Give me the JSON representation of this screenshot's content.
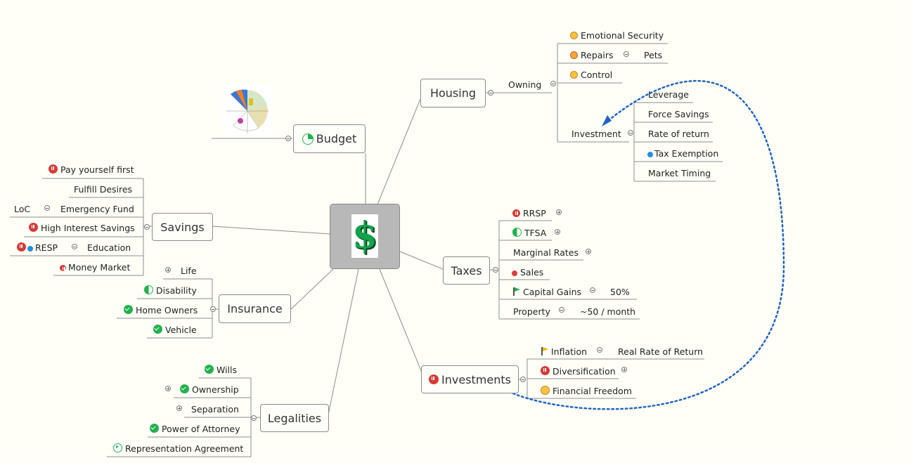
{
  "center": {
    "icon": "dollar-sign-icon",
    "symbol": "$",
    "color": "#13a34a"
  },
  "budget": {
    "label": "Budget",
    "icon": "pie-quarter-icon",
    "attachment": "budget-chart-thumbnail"
  },
  "housing": {
    "label": "Housing",
    "owning": "Owning",
    "emotional_security": "Emotional Security",
    "repairs": "Repairs",
    "pets": "Pets",
    "control": "Control",
    "investment": "Investment",
    "investment_children": [
      "Leverage",
      "Force Savings",
      "Rate of return",
      "Tax Exemption",
      "Market Timing"
    ]
  },
  "taxes": {
    "label": "Taxes",
    "rrsp": "RRSP",
    "tfsa": "TFSA",
    "marginal_rates": "Marginal Rates",
    "sales": "Sales",
    "capital_gains": "Capital Gains",
    "capital_gains_value": "50%",
    "property": "Property",
    "property_value": "~50 / month"
  },
  "investments": {
    "label": "Investments",
    "inflation": "Inflation",
    "real_rate": "Real Rate of Return",
    "diversification": "Diversification",
    "financial_freedom": "Financial Freedom"
  },
  "savings": {
    "label": "Savings",
    "pay_yourself_first": "Pay yourself first",
    "fulfill_desires": "Fulfill Desires",
    "emergency_fund": "Emergency Fund",
    "loc": "LoC",
    "high_interest": "High Interest Savings",
    "education": "Education",
    "resp": "RESP",
    "money_market": "Money Market"
  },
  "insurance": {
    "label": "Insurance",
    "life": "Life",
    "disability": "Disability",
    "home_owners": "Home Owners",
    "vehicle": "Vehicle"
  },
  "legalities": {
    "label": "Legalities",
    "wills": "Wills",
    "ownership": "Ownership",
    "separation": "Separation",
    "power_of_attorney": "Power of Attorney",
    "representation": "Representation Agreement"
  },
  "colors": {
    "relationship_arrow": "#1f63c6",
    "pause_icon": "#d83a36",
    "check_icon": "#22b14c",
    "flag_green": "#22b14c",
    "flag_yellow": "#f2b600"
  }
}
